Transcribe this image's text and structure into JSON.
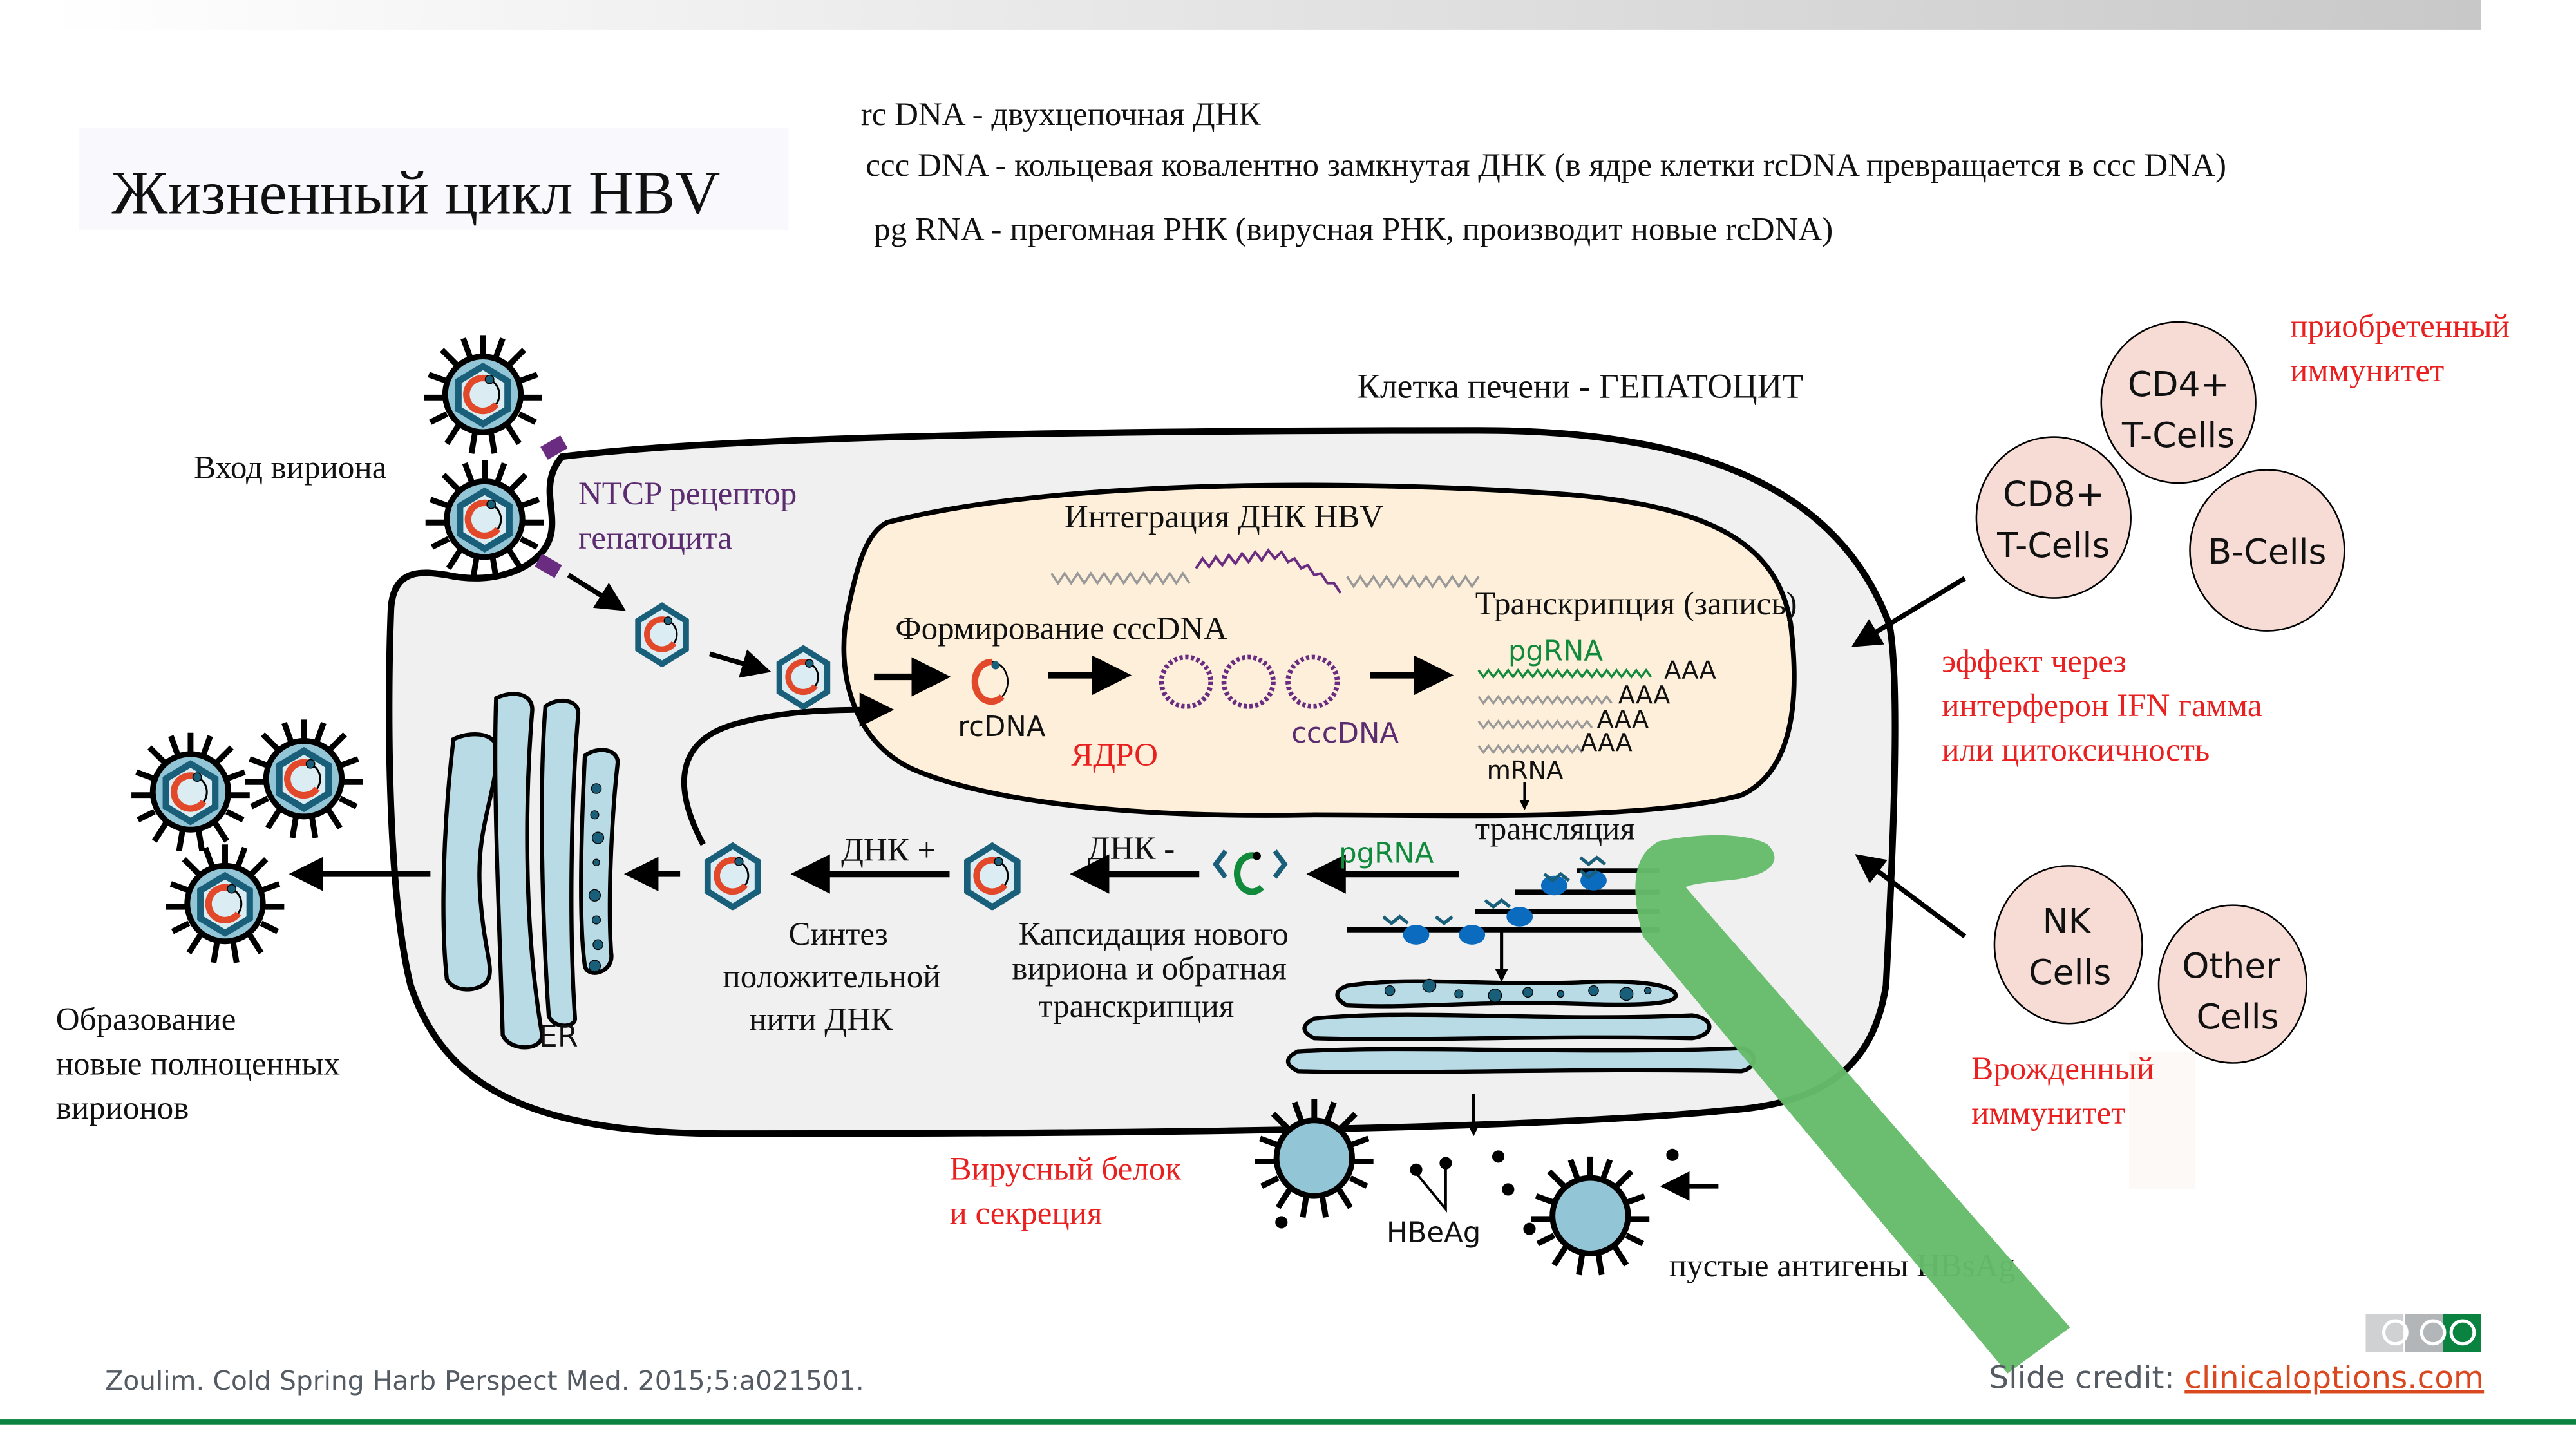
{
  "slide": {
    "title": "Жизненный цикл HBV",
    "legend": [
      {
        "term": "rc DNA",
        "sep": " - ",
        "desc": "двухцепочная ДНК"
      },
      {
        "term": "ccc DNA",
        "sep": " - ",
        "desc": "кольцевая ковалентно замкнутая ДНК (в ядре клетки rcDNA превращается в ccc DNA)"
      },
      {
        "term": "pg RNA",
        "sep": " -  ",
        "desc": "прегомная РНК (вирусная РНК, производит новые rcDNA)"
      }
    ],
    "legend_lines": [
      "rc DNA - двухцепочная ДНК",
      "ccc DNA - кольцевая ковалентно замкнутая ДНК (в ядре клетки rcDNA превращается в ccc DNA)",
      "pg RNA -  прегомная РНК (вирусная РНК, производит новые rcDNA)"
    ]
  },
  "cell": {
    "label": "Клетка печени - ГЕПАТОЦИТ",
    "entry_label": "Вход вириона",
    "receptor_line1": "NTCP рецептор",
    "receptor_line2": "гепатоцита",
    "nucleus": {
      "integration": "Интеграция ДНК HBV",
      "cccdna_formation": "Формирование cccDNA",
      "rcdna": "rcDNA",
      "nucleus_label": "ЯДРО",
      "cccdna": "cccDNA",
      "transcription": "Транскрипция (запись)",
      "pgrna": "pgRNA",
      "polya": [
        "AAA",
        "AAA",
        "AAA",
        "AAA"
      ],
      "mrna": "mRNA"
    },
    "translation": "трансляция",
    "pgrna_cyto": "pgRNA",
    "dna_minus": "ДНК -",
    "dna_plus": "ДНК +",
    "capsidation": [
      "Капсидация нового",
      "вириона и обратная",
      "транскрипция"
    ],
    "synthesis": [
      "Синтез",
      "положительной",
      "нити ДНК"
    ],
    "er_label": "ER"
  },
  "outside": {
    "new_virions": [
      "Образование",
      "новые полноценных",
      "вирионов"
    ],
    "secretion": [
      "Вирусный белок",
      "и секреция"
    ],
    "hbeag": "HBeAg",
    "empty_antigens": "пустые антигены HBsAg"
  },
  "immune": {
    "adaptive_label": [
      "приобретенный",
      "иммунитет"
    ],
    "cd4": [
      "CD4+",
      "T-Cells"
    ],
    "cd8": [
      "CD8+",
      "T-Cells"
    ],
    "bcells": "B-Cells",
    "effect": [
      "эффект через",
      "интерферон IFN гамма",
      "или цитоксичность"
    ],
    "nk": [
      "NK",
      "Cells"
    ],
    "other": [
      "Other",
      "Cells"
    ],
    "innate_label": [
      "Врожденный",
      "иммунитет"
    ]
  },
  "footer": {
    "citation": "Zoulim. Cold Spring Harb Perspect Med. 2015;5:a021501.",
    "credit_prefix": "Slide credit: ",
    "credit_link": "clinicaloptions.com",
    "logo_letters": [
      "C",
      "C",
      "O"
    ]
  },
  "colors": {
    "accent_green": "#0a8340",
    "link_orange": "#d9481f",
    "annotation_red": "#e8201f",
    "receptor_purple": "#6a2c80",
    "nucleus_fill": "#fdefd9",
    "cell_fill": "#f0f0f0",
    "immune_cell_fill": "#f7dcd6",
    "virion_blue": "#92c5d6",
    "capsid_teal": "#1a5f7a",
    "ribosome_blue": "#0a6bbf",
    "overlay_green_arrow": "#66bb6a"
  }
}
